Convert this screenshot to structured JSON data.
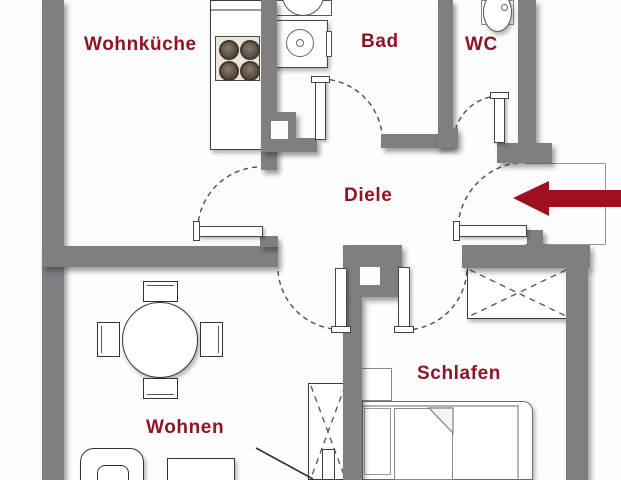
{
  "plan": {
    "type": "apartment-floor-plan",
    "rooms": {
      "wohnkueche": {
        "label": "Wohnküche"
      },
      "bad": {
        "label": "Bad"
      },
      "wc": {
        "label": "WC"
      },
      "diele": {
        "label": "Diele"
      },
      "wohnen": {
        "label": "Wohnen"
      },
      "schlafen": {
        "label": "Schlafen"
      }
    },
    "entrance": {
      "indicator": "arrow-pointing-left"
    },
    "doors_with_swing_arcs": 6,
    "furniture": [
      "kitchen-counter",
      "stove-four-burners",
      "washing-machine",
      "washbasin",
      "wc-basin",
      "round-dining-table",
      "four-chairs",
      "sofa",
      "coffee-table",
      "bed",
      "pillow",
      "nightstand",
      "bedside-shelf",
      "wardrobe-dashed-x",
      "cabinet-dashed-x"
    ]
  },
  "colors": {
    "wall": "#7e7e83",
    "label": "#8e1427",
    "arrow": "#9e1020",
    "line": "#3c3c3c"
  }
}
